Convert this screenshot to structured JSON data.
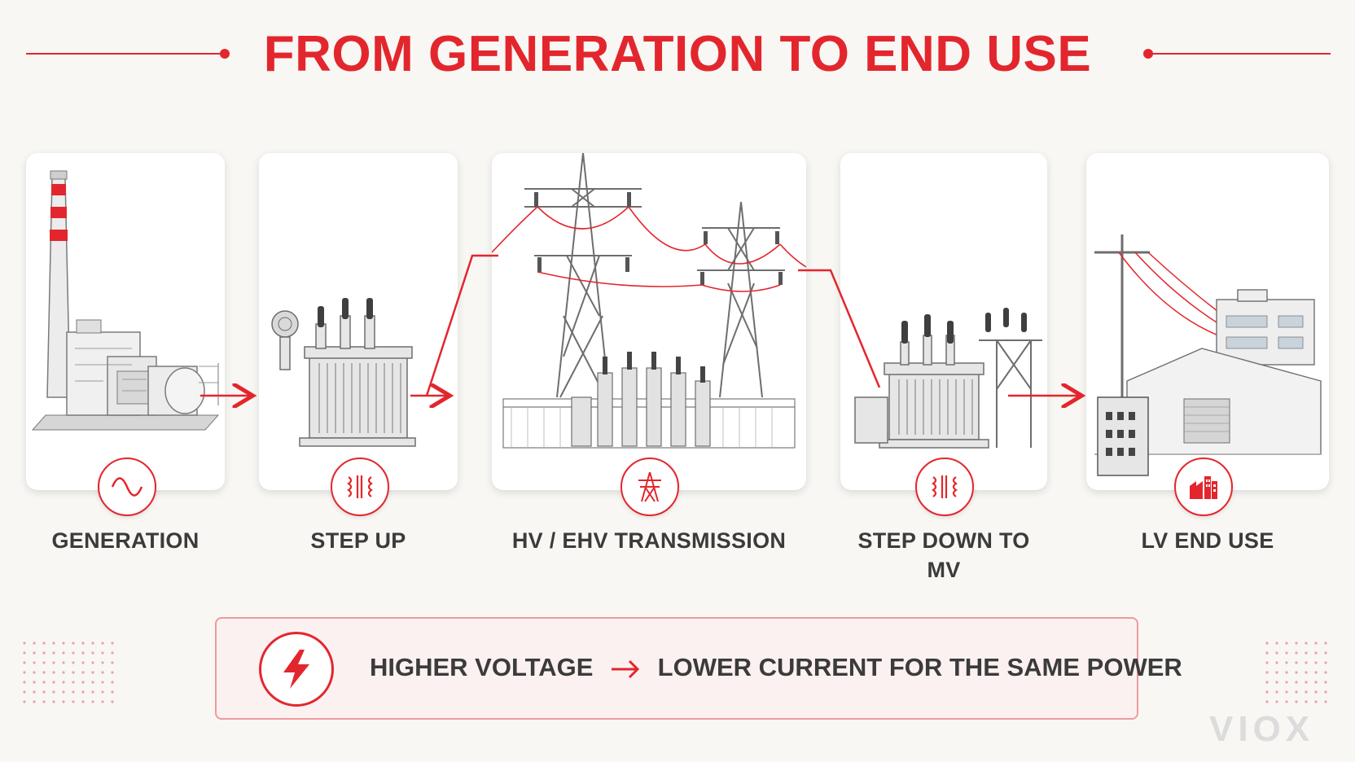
{
  "title": "FROM GENERATION TO END USE",
  "stages": [
    {
      "label": "GENERATION",
      "icon": "sine-wave-icon",
      "illustration": "power-plant"
    },
    {
      "label": "STEP UP",
      "icon": "transformer-icon",
      "illustration": "step-up-transformer"
    },
    {
      "label": "HV / EHV TRANSMISSION",
      "icon": "transmission-tower-icon",
      "illustration": "transmission-towers-substation"
    },
    {
      "label": "STEP DOWN TO MV",
      "icon": "transformer-icon",
      "illustration": "step-down-transformer"
    },
    {
      "label": "LV END USE",
      "icon": "factory-icon",
      "illustration": "factory-building"
    }
  ],
  "banner": {
    "icon": "lightning-bolt-icon",
    "left_text": "HIGHER VOLTAGE",
    "right_text": "LOWER CURRENT FOR THE SAME POWER"
  },
  "logo": "VIOX",
  "colors": {
    "accent": "#e3262d",
    "text": "#3b3b3b",
    "background": "#f8f7f4",
    "banner_bg": "#fcf1f1"
  }
}
